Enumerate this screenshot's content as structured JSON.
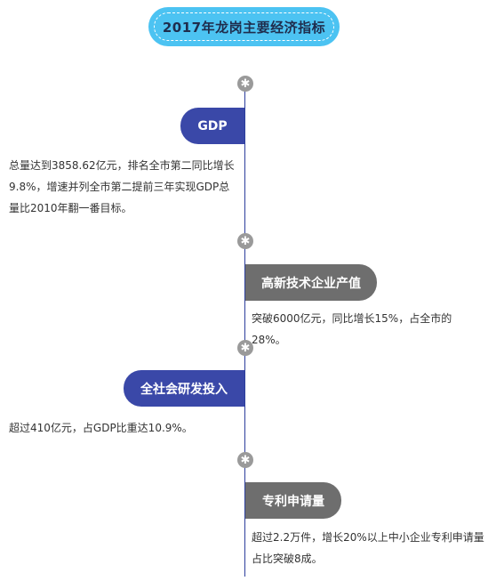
{
  "title": "2017年龙岗主要经济指标",
  "items": [
    {
      "label": "GDP",
      "text": "总量达到3858.62亿元，排名全市第二同比增长9.8%，增速并列全市第二提前三年实现GDP总量比2010年翻一番目标。"
    },
    {
      "label": "高新技术企业产值",
      "text": "突破6000亿元，同比增长15%，占全市的28%。"
    },
    {
      "label": "全社会研发投入",
      "text": "超过410亿元，占GDP比重达10.9%。"
    },
    {
      "label": "专利申请量",
      "text": "超过2.2万件，增长20%以上中小企业专利申请量占比突破8成。"
    }
  ],
  "colors": {
    "title_bg": "#4cc3f2",
    "left_tab": "#3a48a8",
    "right_tab": "#6e6e6e",
    "timeline": "#2c3e9c",
    "node": "#9a9a9a"
  },
  "icons": {
    "node": "asterisk-icon"
  }
}
